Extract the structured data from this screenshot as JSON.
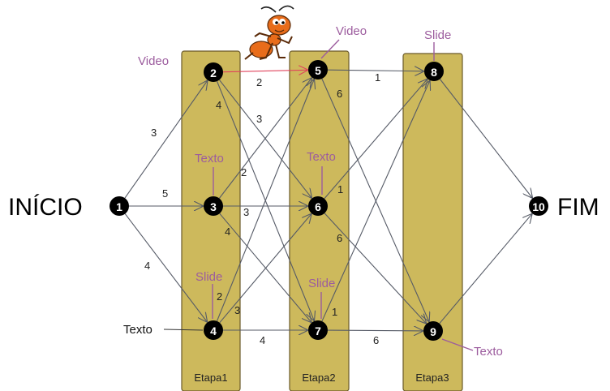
{
  "start_label": "INÍCIO",
  "end_label": "FIM",
  "columns": [
    {
      "id": "c1",
      "label": "Etapa1"
    },
    {
      "id": "c2",
      "label": "Etapa2"
    },
    {
      "id": "c3",
      "label": "Etapa3"
    }
  ],
  "nodes": [
    {
      "id": "1",
      "label": "1"
    },
    {
      "id": "2",
      "label": "2"
    },
    {
      "id": "3",
      "label": "3"
    },
    {
      "id": "4",
      "label": "4"
    },
    {
      "id": "5",
      "label": "5"
    },
    {
      "id": "6",
      "label": "6"
    },
    {
      "id": "7",
      "label": "7"
    },
    {
      "id": "8",
      "label": "8"
    },
    {
      "id": "9",
      "label": "9"
    },
    {
      "id": "10",
      "label": "10"
    }
  ],
  "edges": [
    {
      "from": "1",
      "to": "2",
      "weight": "3"
    },
    {
      "from": "1",
      "to": "3",
      "weight": "5"
    },
    {
      "from": "1",
      "to": "4",
      "weight": "4"
    },
    {
      "from": "2",
      "to": "5",
      "weight": "2",
      "highlight": true
    },
    {
      "from": "2",
      "to": "6",
      "weight": "3"
    },
    {
      "from": "2",
      "to": "7",
      "weight": "4"
    },
    {
      "from": "3",
      "to": "5",
      "weight": "2"
    },
    {
      "from": "3",
      "to": "6",
      "weight": "3"
    },
    {
      "from": "3",
      "to": "7",
      "weight": "4"
    },
    {
      "from": "4",
      "to": "5",
      "weight": "2"
    },
    {
      "from": "4",
      "to": "6",
      "weight": "3"
    },
    {
      "from": "4",
      "to": "7",
      "weight": "4"
    },
    {
      "from": "5",
      "to": "8",
      "weight": "1"
    },
    {
      "from": "5",
      "to": "9",
      "weight": "6"
    },
    {
      "from": "6",
      "to": "8",
      "weight": "1"
    },
    {
      "from": "6",
      "to": "9",
      "weight": "6"
    },
    {
      "from": "7",
      "to": "8",
      "weight": "1"
    },
    {
      "from": "7",
      "to": "9",
      "weight": "6"
    },
    {
      "from": "8",
      "to": "10",
      "weight": ""
    },
    {
      "from": "9",
      "to": "10",
      "weight": ""
    }
  ],
  "media_labels": [
    {
      "node": "2",
      "text": "Video"
    },
    {
      "node": "5",
      "text": "Video"
    },
    {
      "node": "3",
      "text": "Texto"
    },
    {
      "node": "6",
      "text": "Texto"
    },
    {
      "node": "4",
      "text": "Slide"
    },
    {
      "node": "7",
      "text": "Slide"
    },
    {
      "node": "8",
      "text": "Slide"
    },
    {
      "node": "9",
      "text": "Texto"
    }
  ],
  "plain_labels": [
    {
      "node": "4",
      "text": "Texto"
    }
  ],
  "mascot": "ant-mascot"
}
